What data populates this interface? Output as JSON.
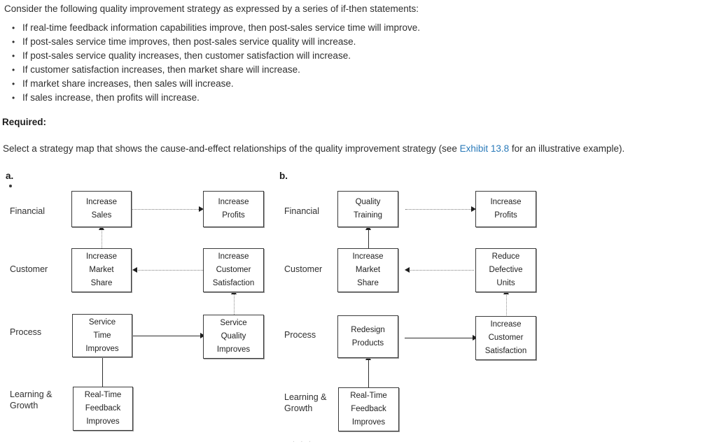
{
  "question": {
    "intro": "Consider the following quality improvement strategy as expressed by a series of if-then statements:",
    "statements": [
      "If real-time feedback information capabilities improve, then post-sales service time will improve.",
      "If post-sales service time improves, then post-sales service quality will increase.",
      "If post-sales service quality increases, then customer satisfaction will increase.",
      "If customer satisfaction increases, then market share will increase.",
      "If market share increases, then sales will increase.",
      "If sales increase, then profits will increase."
    ],
    "required_label": "Required:",
    "required_text_before": "Select a strategy map that shows the cause-and-effect relationships of the quality improvement strategy (see ",
    "required_link": "Exhibit 13.8",
    "required_text_after": " for an illustrative example).",
    "link_color": "#2a7ab9"
  },
  "options": [
    {
      "letter": "a.",
      "perspectives": [
        {
          "name": "financial",
          "label": "Financial"
        },
        {
          "name": "customer",
          "label": "Customer"
        },
        {
          "name": "process",
          "label": "Process"
        },
        {
          "name": "learning-growth",
          "label_line1": "Learning &",
          "label_line2": "Growth"
        }
      ],
      "nodes": [
        {
          "id": "a-increase-sales",
          "lines": [
            "Increase",
            "Sales"
          ]
        },
        {
          "id": "a-increase-profits",
          "lines": [
            "Increase",
            "Profits"
          ]
        },
        {
          "id": "a-increase-market-share",
          "lines": [
            "Increase",
            "Market",
            "Share"
          ]
        },
        {
          "id": "a-increase-customer-satisfaction",
          "lines": [
            "Increase",
            "Customer",
            "Satisfaction"
          ]
        },
        {
          "id": "a-service-time-improves",
          "lines": [
            "Service",
            "Time",
            "Improves"
          ]
        },
        {
          "id": "a-service-quality-improves",
          "lines": [
            "Service",
            "Quality",
            "Improves"
          ]
        },
        {
          "id": "a-real-time-feedback-improves",
          "lines": [
            "Real-Time",
            "Feedback",
            "Improves"
          ]
        }
      ]
    },
    {
      "letter": "b.",
      "perspectives": [
        {
          "name": "financial",
          "label": "Financial"
        },
        {
          "name": "customer",
          "label": "Customer"
        },
        {
          "name": "process",
          "label": "Process"
        },
        {
          "name": "learning-growth",
          "label_line1": "Learning &",
          "label_line2": "Growth"
        }
      ],
      "nodes": [
        {
          "id": "b-quality-training",
          "lines": [
            "Quality",
            "Training"
          ]
        },
        {
          "id": "b-increase-profits",
          "lines": [
            "Increase",
            "Profits"
          ]
        },
        {
          "id": "b-increase-market-share",
          "lines": [
            "Increase",
            "Market",
            "Share"
          ]
        },
        {
          "id": "b-reduce-defective-units",
          "lines": [
            "Reduce",
            "Defective",
            "Units"
          ]
        },
        {
          "id": "b-redesign-products",
          "lines": [
            "Redesign",
            "Products"
          ]
        },
        {
          "id": "b-increase-customer-satisfaction",
          "lines": [
            "Increase",
            "Customer",
            "Satisfaction"
          ]
        },
        {
          "id": "b-real-time-feedback-improves",
          "lines": [
            "Real-Time",
            "Feedback",
            "Improves"
          ]
        }
      ]
    }
  ]
}
